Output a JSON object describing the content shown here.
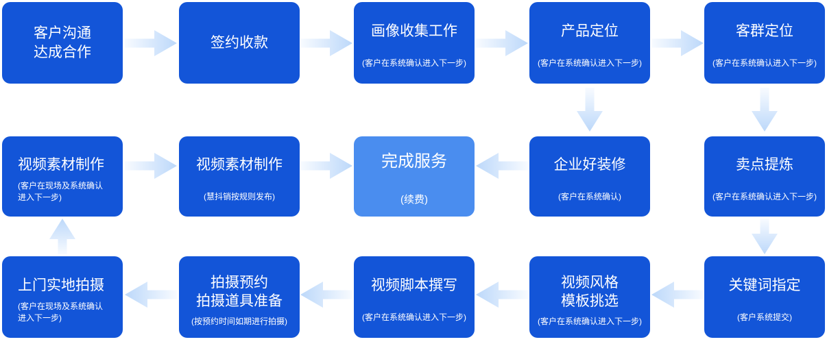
{
  "diagram": {
    "title": "service-workflow-flowchart",
    "palette": {
      "box_blue": "#1355d8",
      "box_light_blue": "#4a8def",
      "text_color": "#ffffff",
      "arrow_tail": "#f6faff",
      "arrow_head": "#bcd8fa",
      "background": "#ffffff"
    }
  },
  "boxes": [
    {
      "id": "customer-communication",
      "title": "客户沟通\n达成合作"
    },
    {
      "id": "sign-and-collect-payment",
      "title": "签约收款"
    },
    {
      "id": "portrait-collection",
      "title": "画像收集工作",
      "subtitle": "(客户在系统确认进入下一步)"
    },
    {
      "id": "product-positioning",
      "title": "产品定位",
      "subtitle": "(客户在系统确认进入下一步)"
    },
    {
      "id": "customer-group-positioning",
      "title": "客群定位",
      "subtitle": "(客户在系统确认进入下一步)"
    },
    {
      "id": "video-material-production",
      "title": "视频素材制作",
      "subtitle": "(客户在现场及系统确认\n进入下一步)"
    },
    {
      "id": "video-material-publishing",
      "title": "视频素材制作",
      "subtitle": "(慧抖销按规则发布)"
    },
    {
      "id": "service-completed",
      "title": "完成服务",
      "subtitle": "(续费)"
    },
    {
      "id": "enterprise-decoration",
      "title": "企业好装修",
      "subtitle": "(客户在系统确认)"
    },
    {
      "id": "selling-point-extraction",
      "title": "卖点提炼",
      "subtitle": "(客户在系统确认进入下一步)"
    },
    {
      "id": "onsite-shooting",
      "title": "上门实地拍摄",
      "subtitle": "(客户在现场及系统确认\n进入下一步)"
    },
    {
      "id": "shooting-reservation",
      "title": "拍摄预约\n拍摄道具准备",
      "subtitle": "(按预约时间如期进行拍摄)"
    },
    {
      "id": "video-script-writing",
      "title": "视频脚本撰写",
      "subtitle": "(客户在系统确认进入下一步)"
    },
    {
      "id": "video-style-template",
      "title": "视频风格\n模板挑选",
      "subtitle": "(客户在系统确认进入下一步)"
    },
    {
      "id": "keyword-assignment",
      "title": "关键词指定",
      "subtitle": "(客户系统提交)"
    }
  ],
  "connections": [
    {
      "from": "customer-communication",
      "to": "sign-and-collect-payment",
      "direction": "right"
    },
    {
      "from": "sign-and-collect-payment",
      "to": "portrait-collection",
      "direction": "right"
    },
    {
      "from": "portrait-collection",
      "to": "product-positioning",
      "direction": "right"
    },
    {
      "from": "product-positioning",
      "to": "customer-group-positioning",
      "direction": "right"
    },
    {
      "from": "product-positioning",
      "to": "enterprise-decoration",
      "direction": "down"
    },
    {
      "from": "customer-group-positioning",
      "to": "selling-point-extraction",
      "direction": "down"
    },
    {
      "from": "selling-point-extraction",
      "to": "keyword-assignment",
      "direction": "down"
    },
    {
      "from": "keyword-assignment",
      "to": "video-style-template",
      "direction": "left"
    },
    {
      "from": "video-style-template",
      "to": "video-script-writing",
      "direction": "left"
    },
    {
      "from": "video-script-writing",
      "to": "shooting-reservation",
      "direction": "left"
    },
    {
      "from": "shooting-reservation",
      "to": "onsite-shooting",
      "direction": "left"
    },
    {
      "from": "onsite-shooting",
      "to": "video-material-production",
      "direction": "up"
    },
    {
      "from": "video-material-production",
      "to": "video-material-publishing",
      "direction": "right"
    },
    {
      "from": "video-material-publishing",
      "to": "service-completed",
      "direction": "right"
    },
    {
      "from": "enterprise-decoration",
      "to": "service-completed",
      "direction": "left"
    }
  ]
}
